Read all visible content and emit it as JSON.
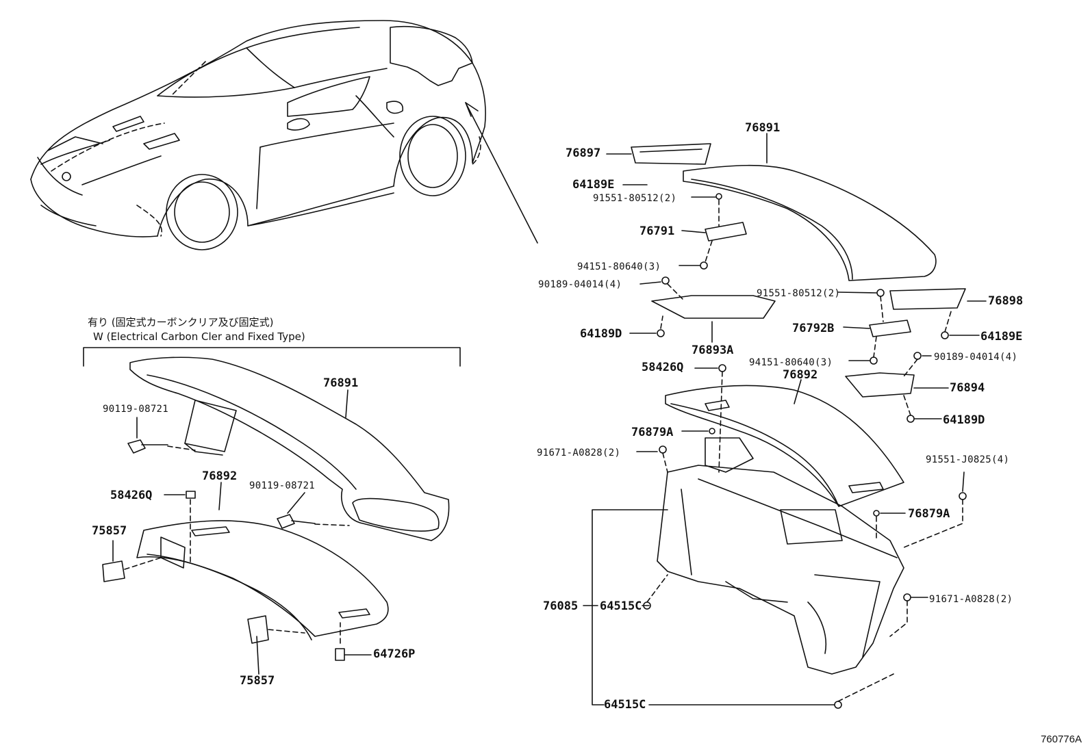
{
  "variant_note": {
    "line1": "有り (固定式カーボンクリア及び固定式)",
    "line2": "W (Electrical Carbon Cler and Fixed Type)"
  },
  "labels": {
    "p76891_right": "76891",
    "p76897": "76897",
    "p64189E_top": "64189E",
    "p91551_80512_top": "91551-80512(2)",
    "p76791": "76791",
    "p94151_80640_top": "94151-80640(3)",
    "p90189_04014_left": "90189-04014(4)",
    "p91551_80512_right": "91551-80512(2)",
    "p76898": "76898",
    "p64189D_top": "64189D",
    "p76893A": "76893A",
    "p76792B": "76792B",
    "p64189E_right": "64189E",
    "p94151_80640_right": "94151-80640(3)",
    "p90189_04014_right": "90189-04014(4)",
    "p58426Q_right": "58426Q",
    "p76892_right": "76892",
    "p76894": "76894",
    "p64189D_right": "64189D",
    "p76879A_top": "76879A",
    "p91671_A0828_left": "91671-A0828(2)",
    "p91551_J0825": "91551-J0825(4)",
    "p76879A_right": "76879A",
    "p91671_A0828_right": "91671-A0828(2)",
    "p76085": "76085",
    "p64515C_mid": "64515C",
    "p64515C_bottom": "64515C",
    "p76891_left": "76891",
    "p90119_08721_a": "90119-08721",
    "p76892_left": "76892",
    "p90119_08721_b": "90119-08721",
    "p58426Q_left": "58426Q",
    "p75857_a": "75857",
    "p75857_b": "75857",
    "p64726P": "64726P"
  },
  "figure_id": "760776A"
}
